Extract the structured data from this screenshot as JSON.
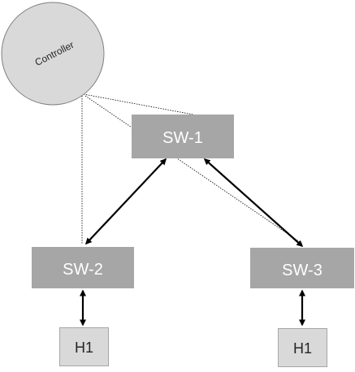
{
  "controller": {
    "label": "Controller"
  },
  "switches": [
    {
      "id": "sw1",
      "label": "SW-1"
    },
    {
      "id": "sw2",
      "label": "SW-2"
    },
    {
      "id": "sw3",
      "label": "SW-3"
    }
  ],
  "hosts": [
    {
      "id": "h1_left",
      "label": "H1"
    },
    {
      "id": "h1_right",
      "label": "H1"
    }
  ],
  "colors": {
    "controller_fill": "#d9d9d9",
    "controller_stroke": "#7f7f7f",
    "switch_fill": "#a6a6a6",
    "host_fill": "#d9d9d9",
    "host_stroke": "#a6a6a6",
    "text_light": "#ffffff",
    "text_dark": "#262626",
    "arrow": "#000000"
  }
}
